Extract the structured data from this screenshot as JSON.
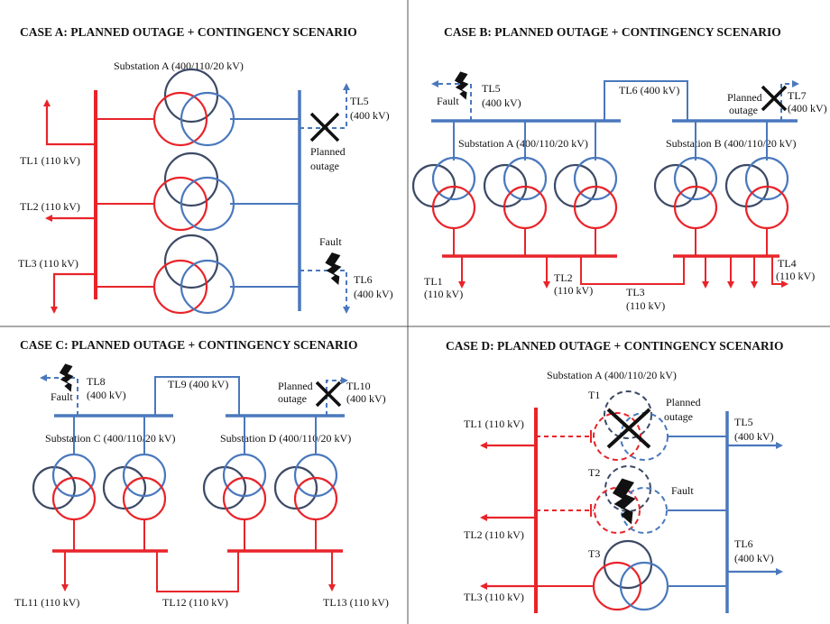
{
  "colors": {
    "lv": "#e8242a",
    "hv": "#4a78bd",
    "tertiary": "#3c4a66",
    "divider": "#555555"
  },
  "case_a": {
    "title": "CASE A: PLANNED OUTAGE + CONTINGENCY SCENARIO",
    "substation": "Substation A (400/110/20 kV)",
    "tl1": "TL1  (110 kV)",
    "tl2": "TL2 (110 kV)",
    "tl3": "TL3 (110 kV)",
    "tl5_name": "TL5",
    "tl5_kv": "(400 kV)",
    "tl6_name": "TL6",
    "tl6_kv": "(400 kV)",
    "planned_l1": "Planned",
    "planned_l2": "outage",
    "fault": "Fault"
  },
  "case_b": {
    "title": "CASE B: PLANNED OUTAGE + CONTINGENCY SCENARIO",
    "fault": "Fault",
    "tl5_name": "TL5",
    "tl5_kv": "(400 kV)",
    "tl6": "TL6 (400 kV)",
    "planned_l1": "Planned",
    "planned_l2": "outage",
    "tl7_name": "TL7",
    "tl7_kv": "(400 kV)",
    "sub_a": "Substation A (400/110/20 kV)",
    "sub_b": "Substation B (400/110/20 kV)",
    "tl1_name": "TL1",
    "tl1_kv": "(110 kV)",
    "tl2_name": "TL2",
    "tl2_kv": "(110 kV)",
    "tl3_name": "TL3",
    "tl3_kv": "(110 kV)",
    "tl4_name": "TL4",
    "tl4_kv": "(110 kV)"
  },
  "case_c": {
    "title": "CASE C: PLANNED OUTAGE + CONTINGENCY SCENARIO",
    "fault": "Fault",
    "tl8_name": "TL8",
    "tl8_kv": "(400 kV)",
    "tl9": "TL9 (400 kV)",
    "planned_l1": "Planned",
    "planned_l2": "outage",
    "tl10_name": "TL10",
    "tl10_kv": "(400 kV)",
    "sub_c": "Substation C (400/110/20 kV)",
    "sub_d": "Substation D (400/110/20 kV)",
    "tl11": "TL11 (110 kV)",
    "tl12": "TL12 (110 kV)",
    "tl13": "TL13 (110 kV)"
  },
  "case_d": {
    "title": "CASE D: PLANNED OUTAGE + CONTINGENCY SCENARIO",
    "substation": "Substation A (400/110/20 kV)",
    "t1": "T1",
    "t2": "T2",
    "t3": "T3",
    "planned_l1": "Planned",
    "planned_l2": "outage",
    "fault": "Fault",
    "tl1": "TL1 (110 kV)",
    "tl2": "TL2 (110 kV)",
    "tl3": "TL3 (110 kV)",
    "tl5_name": "TL5",
    "tl5_kv": "(400 kV)",
    "tl6_name": "TL6",
    "tl6_kv": "(400 kV)"
  }
}
